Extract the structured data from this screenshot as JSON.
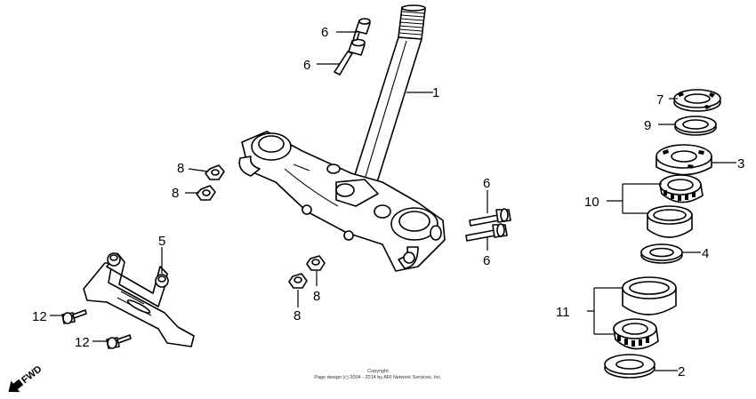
{
  "callouts": {
    "c1": "1",
    "c2": "2",
    "c3": "3",
    "c4": "4",
    "c5": "5",
    "c6a": "6",
    "c6b": "6",
    "c6c": "6",
    "c6d": "6",
    "c7": "7",
    "c8a": "8",
    "c8b": "8",
    "c8c": "8",
    "c8d": "8",
    "c9": "9",
    "c10": "10",
    "c11": "11",
    "c12a": "12",
    "c12b": "12"
  },
  "fwd_label": "FWD",
  "copyright": {
    "line1": "Copyright",
    "line2": "Page design (c) 2004 - 2014 by ARI Network Services, Inc."
  }
}
